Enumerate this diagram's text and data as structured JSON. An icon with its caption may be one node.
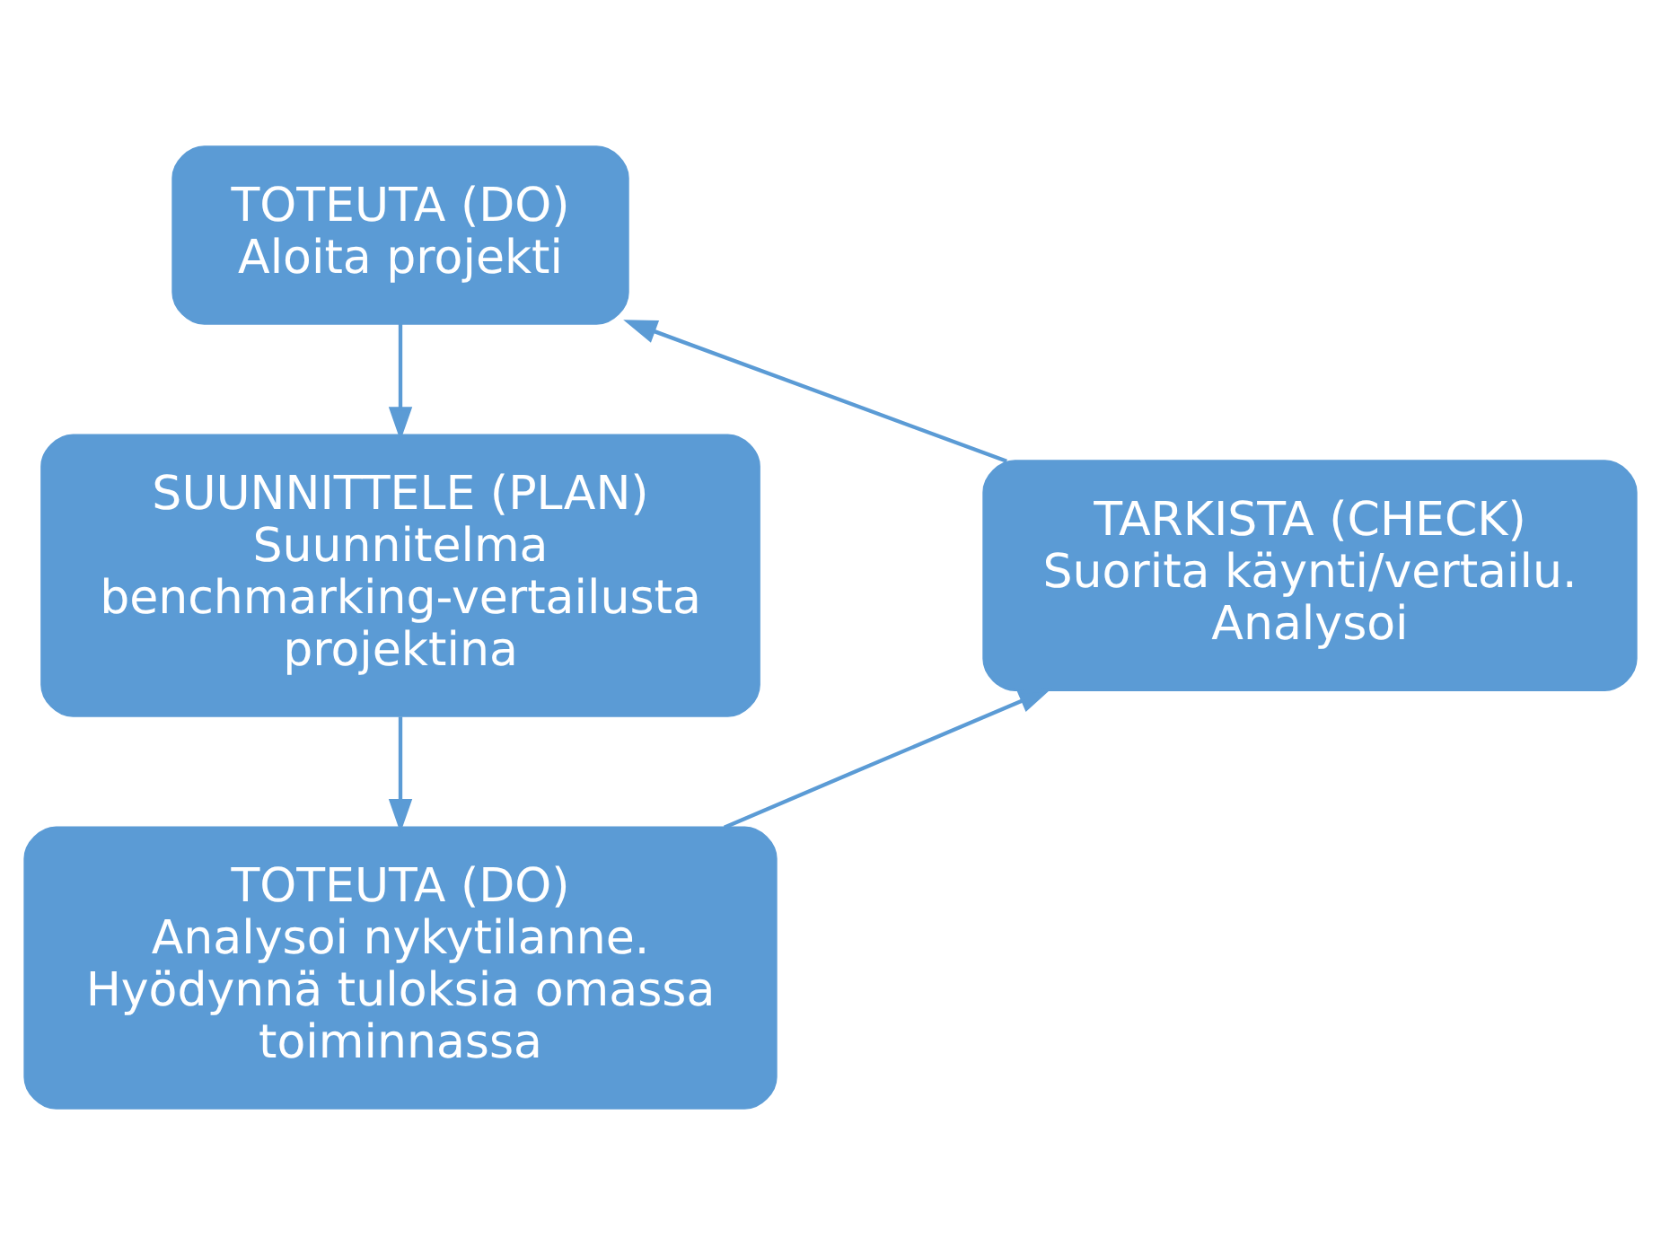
{
  "diagram": {
    "nodes": [
      {
        "text": [
          "TOTEUTA (DO)",
          "Aloita projekti"
        ]
      },
      {
        "text": [
          "SUUNNITTELE (PLAN)",
          "Suunnitelma benchmarking-vertailusta projektina"
        ]
      },
      {
        "text": [
          "TOTEUTA (DO)",
          "Analysoi nykytilanne. Hyödynnä tuloksia omassa toiminnassa"
        ]
      },
      {
        "text": [
          "TARKISTA (CHECK)",
          "Suorita käynti/vertailu. Analysoi"
        ]
      }
    ],
    "edges": [
      {
        "from": 0,
        "to": 1,
        "arrow": "to"
      },
      {
        "from": 1,
        "to": 2,
        "arrow": "to"
      },
      {
        "from": 2,
        "to": 3,
        "arrow": "to"
      },
      {
        "from": 3,
        "to": 0,
        "arrow": "to"
      }
    ]
  }
}
